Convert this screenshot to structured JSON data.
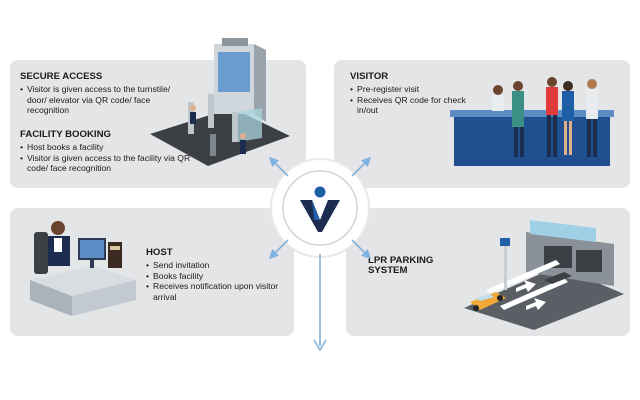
{
  "secure_access": {
    "title": "SECURE ACCESS",
    "items": [
      "Visitor is given access to the turnstile/ door/ elevator via QR  code/ face recognition"
    ]
  },
  "facility_booking": {
    "title": "FACILITY BOOKING",
    "items": [
      "Host books a facility",
      "Visitor is given access to the facility via QR code/ face recognition"
    ]
  },
  "visitor": {
    "title": "VISITOR",
    "items": [
      "Pre-register visit",
      "Receives QR code for check in/out"
    ]
  },
  "host": {
    "title": "HOST",
    "items": [
      "Send invitation",
      "Books facility",
      "Receives notification upon visitor arrival"
    ]
  },
  "lpr": {
    "title": "LPR PARKING SYSTEM"
  },
  "colors": {
    "panel": "#e4e5e7",
    "accent_blue": "#1f5fa8",
    "dark_navy": "#1d2d4f",
    "light_blue_arrow": "#7fb3de"
  },
  "icons": {
    "hub": "visitor-logo-icon",
    "arrows": "arrow-icon"
  }
}
